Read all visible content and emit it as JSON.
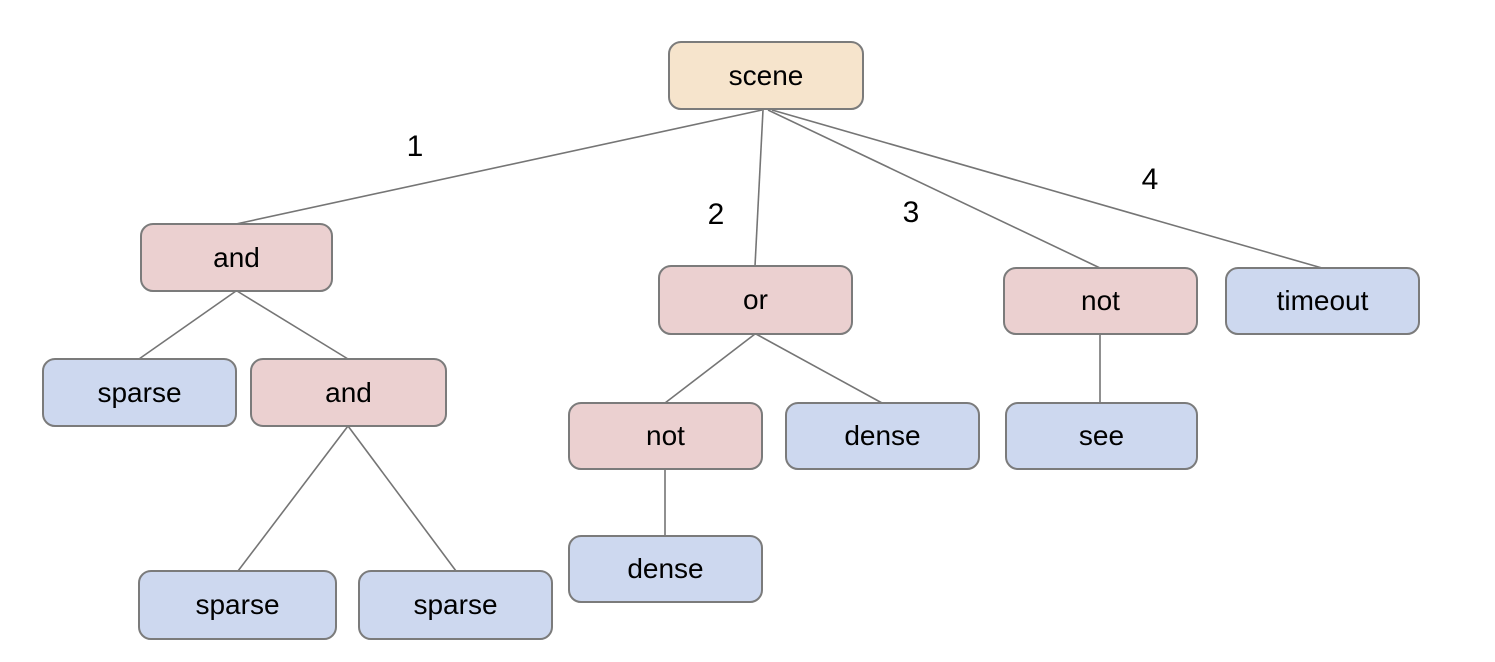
{
  "diagram": {
    "description": "behavior tree of scene node with numbered branches",
    "colors": {
      "root_fill": "#f6e4cc",
      "operator_fill": "#ebd0d0",
      "leaf_fill": "#cdd8ef",
      "node_border": "#7b7b7b",
      "edge_line": "#757575",
      "text": "#000000"
    },
    "nodes": {
      "scene": {
        "label": "scene",
        "kind": "root"
      },
      "and1": {
        "label": "and",
        "kind": "operator"
      },
      "or1": {
        "label": "or",
        "kind": "operator"
      },
      "not1": {
        "label": "not",
        "kind": "operator"
      },
      "timeout": {
        "label": "timeout",
        "kind": "leaf"
      },
      "sparse1": {
        "label": "sparse",
        "kind": "leaf"
      },
      "and2": {
        "label": "and",
        "kind": "operator"
      },
      "sparse2": {
        "label": "sparse",
        "kind": "leaf"
      },
      "sparse3": {
        "label": "sparse",
        "kind": "leaf"
      },
      "not2": {
        "label": "not",
        "kind": "operator"
      },
      "dense1": {
        "label": "dense",
        "kind": "leaf"
      },
      "dense2": {
        "label": "dense",
        "kind": "leaf"
      },
      "see": {
        "label": "see",
        "kind": "leaf"
      }
    },
    "edge_labels": {
      "branch1": "1",
      "branch2": "2",
      "branch3": "3",
      "branch4": "4"
    },
    "edges": [
      {
        "from": "scene",
        "to": "and1",
        "label": "1"
      },
      {
        "from": "scene",
        "to": "or1",
        "label": "2"
      },
      {
        "from": "scene",
        "to": "not1",
        "label": "3"
      },
      {
        "from": "scene",
        "to": "timeout",
        "label": "4"
      },
      {
        "from": "and1",
        "to": "sparse1"
      },
      {
        "from": "and1",
        "to": "and2"
      },
      {
        "from": "and2",
        "to": "sparse2"
      },
      {
        "from": "and2",
        "to": "sparse3"
      },
      {
        "from": "or1",
        "to": "not2"
      },
      {
        "from": "or1",
        "to": "dense1"
      },
      {
        "from": "not2",
        "to": "dense2"
      },
      {
        "from": "not1",
        "to": "see"
      }
    ]
  }
}
